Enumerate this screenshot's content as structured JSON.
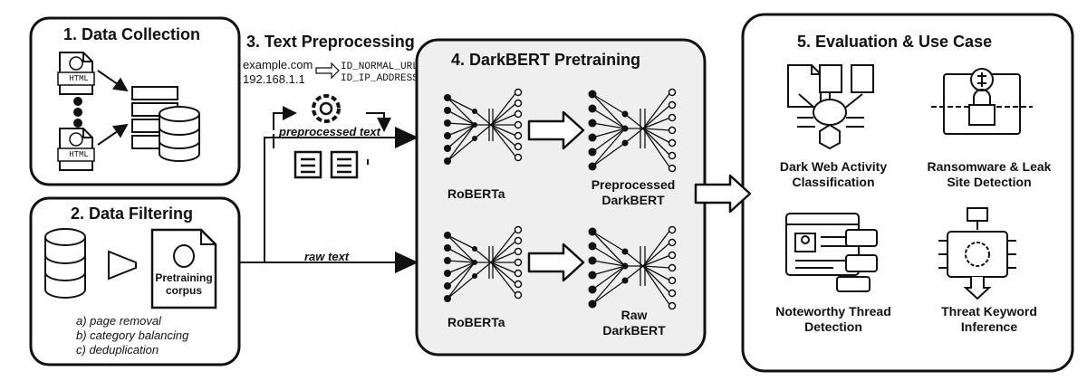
{
  "stages": {
    "collection": {
      "title": "1. Data Collection",
      "html_label": "HTML"
    },
    "filtering": {
      "title": "2. Data Filtering",
      "corpus_label": "Pretraining corpus",
      "steps": [
        "a) page removal",
        "b) category balancing",
        "c) deduplication"
      ]
    },
    "preprocessing": {
      "title": "3. Text Preprocessing",
      "examples": [
        {
          "input": "example.com",
          "output": "ID_NORMAL_URL"
        },
        {
          "input": "192.168.1.1",
          "output": "ID_IP_ADDRESS"
        }
      ],
      "preprocessed_label": "preprocessed text",
      "raw_label": "raw text"
    },
    "pretraining": {
      "title": "4. DarkBERT Pretraining",
      "base_model": "RoBERTa",
      "preprocessed_model": "Preprocessed DarkBERT",
      "raw_model": "Raw DarkBERT"
    },
    "evaluation": {
      "title": "5. Evaluation & Use Case",
      "use_cases": [
        {
          "label": "Dark Web Activity Classification",
          "icon": "classification-icon"
        },
        {
          "label": "Ransomware & Leak Site Detection",
          "icon": "ransomware-icon"
        },
        {
          "label": "Noteworthy Thread Detection",
          "icon": "thread-icon"
        },
        {
          "label": "Threat Keyword Inference",
          "icon": "keyword-chip-icon"
        }
      ]
    }
  }
}
